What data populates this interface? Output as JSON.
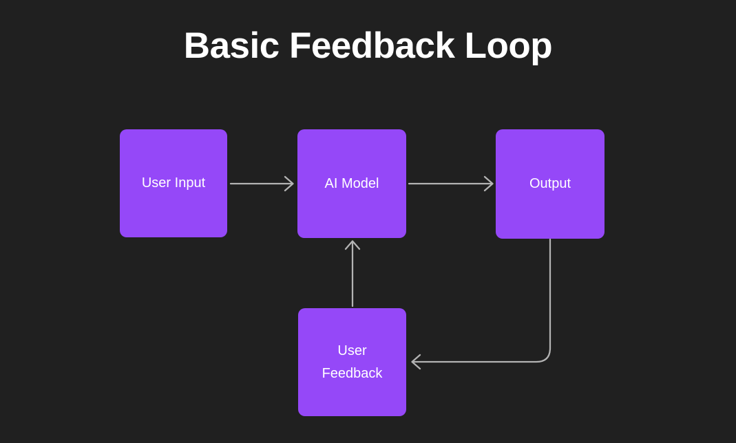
{
  "title": "Basic Feedback Loop",
  "colors": {
    "background": "#202020",
    "node-fill": "#9548f8",
    "node-text": "#ffffff",
    "title-text": "#ffffff",
    "arrow": "#b4b4b4"
  },
  "diagram": {
    "type": "flowchart",
    "nodes": [
      {
        "id": "user-input",
        "label": "User Input"
      },
      {
        "id": "ai-model",
        "label": "AI Model"
      },
      {
        "id": "output",
        "label": "Output"
      },
      {
        "id": "user-feedback",
        "label": "User Feedback"
      }
    ],
    "edges": [
      {
        "from": "user-input",
        "to": "ai-model"
      },
      {
        "from": "ai-model",
        "to": "output"
      },
      {
        "from": "output",
        "to": "user-feedback"
      },
      {
        "from": "user-feedback",
        "to": "ai-model"
      }
    ]
  }
}
